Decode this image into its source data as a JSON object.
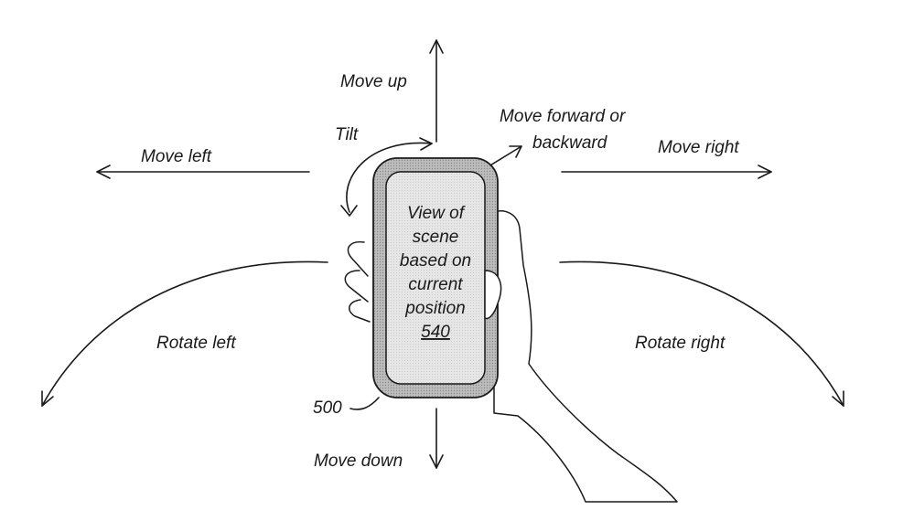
{
  "labels": {
    "move_up": "Move up",
    "move_down": "Move down",
    "move_left": "Move left",
    "move_right": "Move right",
    "move_forward_line1": "Move forward or",
    "move_forward_line2": "backward",
    "tilt": "Tilt",
    "rotate_left": "Rotate left",
    "rotate_right": "Rotate right"
  },
  "device": {
    "reference": "500",
    "screen_lines": [
      "View of",
      "scene",
      "based on",
      "current",
      "position"
    ],
    "screen_reference": "540"
  },
  "colors": {
    "ink": "#1a1a1a",
    "bezel": "#b3b3b3",
    "screen": "#e2e2e2",
    "background": "#ffffff"
  }
}
